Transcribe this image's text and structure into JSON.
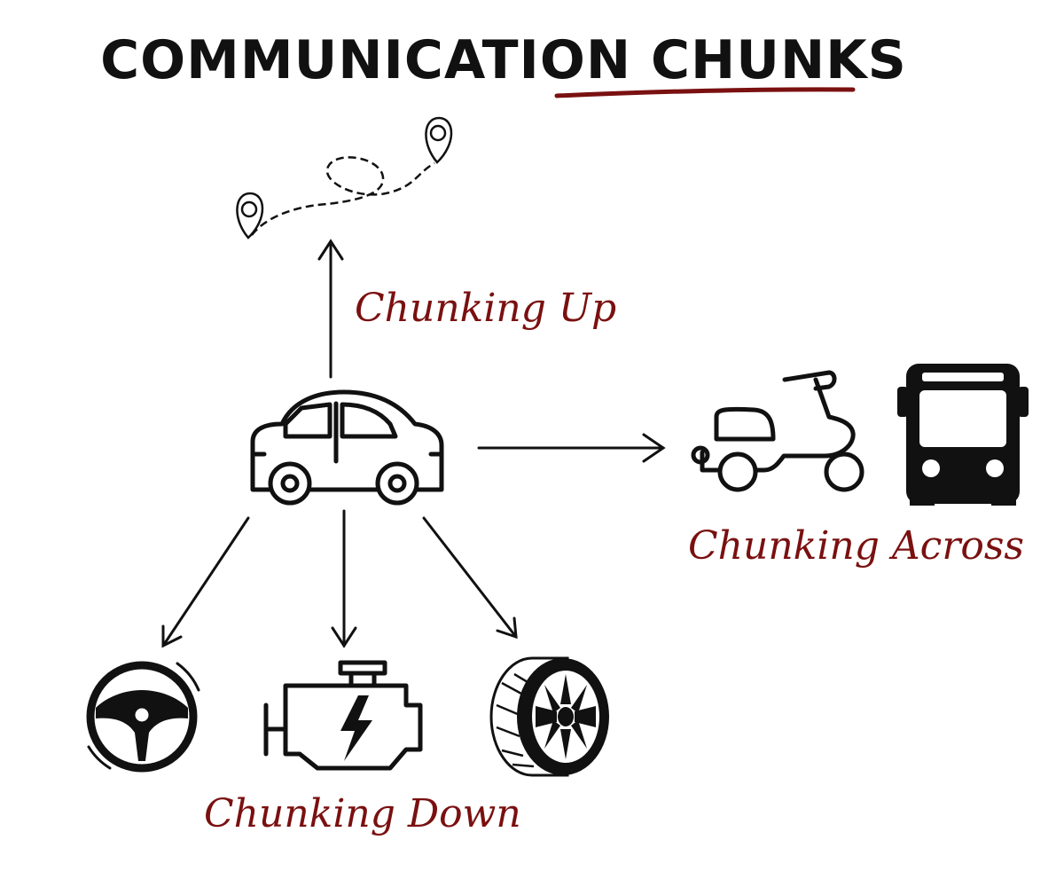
{
  "title": "COMMUNICATION CHUNKS",
  "labels": {
    "up": "Chunking Up",
    "across": "Chunking Across",
    "down": "Chunking Down"
  },
  "icons": {
    "center": "car-icon",
    "up": "route-map-icon",
    "across": [
      "scooter-icon",
      "bus-icon"
    ],
    "down": [
      "steering-wheel-icon",
      "engine-icon",
      "tire-icon"
    ]
  },
  "colors": {
    "ink": "#111111",
    "accent": "#7a1010"
  }
}
